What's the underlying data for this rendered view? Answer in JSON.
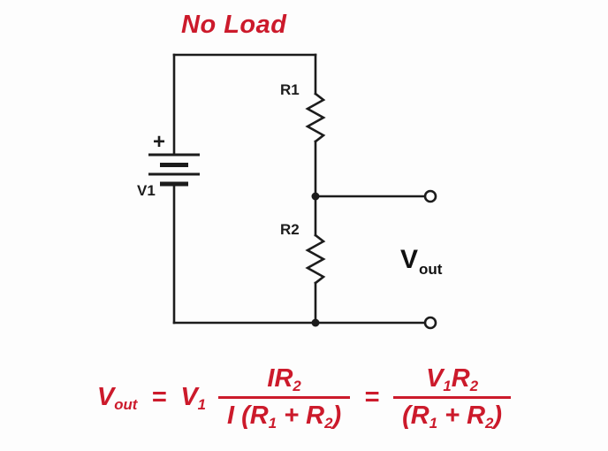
{
  "colors": {
    "accent": "#cc1a2b",
    "ink": "#1c1c1c",
    "background": "#fdfdfd"
  },
  "circuit": {
    "title": "No Load",
    "battery": {
      "plus": "+",
      "label": "V1"
    },
    "resistors": [
      {
        "label": "R1"
      },
      {
        "label": "R2"
      }
    ],
    "output": {
      "base": "V",
      "sub": "out"
    }
  },
  "formula": {
    "result_base": "V",
    "result_sub": "out",
    "equals": "=",
    "source_base": "V",
    "source_sub": "1",
    "frac1": {
      "num_main": "IR",
      "num_sub": "2",
      "den_a": "I (R",
      "den_a_sub": "1",
      "den_b": " + R",
      "den_b_sub": "2",
      "den_c": ")"
    },
    "equals2": "=",
    "frac2": {
      "num_a": "V",
      "num_a_sub": "1",
      "num_b": "R",
      "num_b_sub": "2",
      "den_a": "(R",
      "den_a_sub": "1",
      "den_b": " + R",
      "den_b_sub": "2",
      "den_c": ")"
    }
  }
}
